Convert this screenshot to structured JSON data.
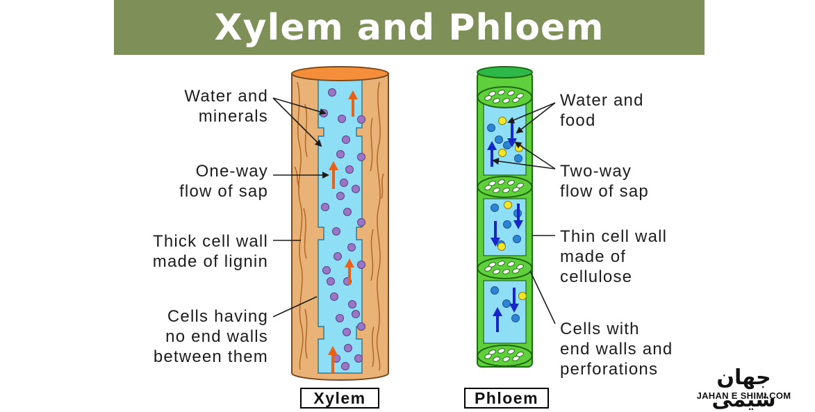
{
  "title": "Xylem and Phloem",
  "xylem": {
    "caption": "Xylem",
    "labels": {
      "water": [
        "Water and",
        "minerals"
      ],
      "flow": [
        "One-way",
        "flow of sap"
      ],
      "wall": [
        "Thick cell wall",
        "made of lignin"
      ],
      "cells": [
        "Cells having",
        "no end walls",
        "between them"
      ]
    }
  },
  "phloem": {
    "caption": "Phloem",
    "labels": {
      "water": [
        "Water and",
        "food"
      ],
      "flow": [
        "Two-way",
        "flow of sap"
      ],
      "wall": [
        "Thin cell wall",
        "made of",
        "cellulose"
      ],
      "cells": [
        "Cells with",
        "end walls and",
        "perforations"
      ]
    }
  },
  "logo": {
    "arabic": "جهان شیمی",
    "latin": "JAHAN E SHIMI.COM"
  },
  "colors": {
    "banner": "#7e8f57",
    "wood": "#e9b377",
    "wood_grain": "#b36a2a",
    "lumen": "#8edff5",
    "xylem_top": "#f58e3a",
    "phloem_wall": "#5fcf3b",
    "phloem_top": "#2fb84a",
    "arrow_orange": "#e6621a",
    "arrow_blue": "#1626c9",
    "particle_purple": "#9a76c7",
    "particle_blue": "#2c86d6",
    "particle_yellow": "#f2e62a"
  }
}
